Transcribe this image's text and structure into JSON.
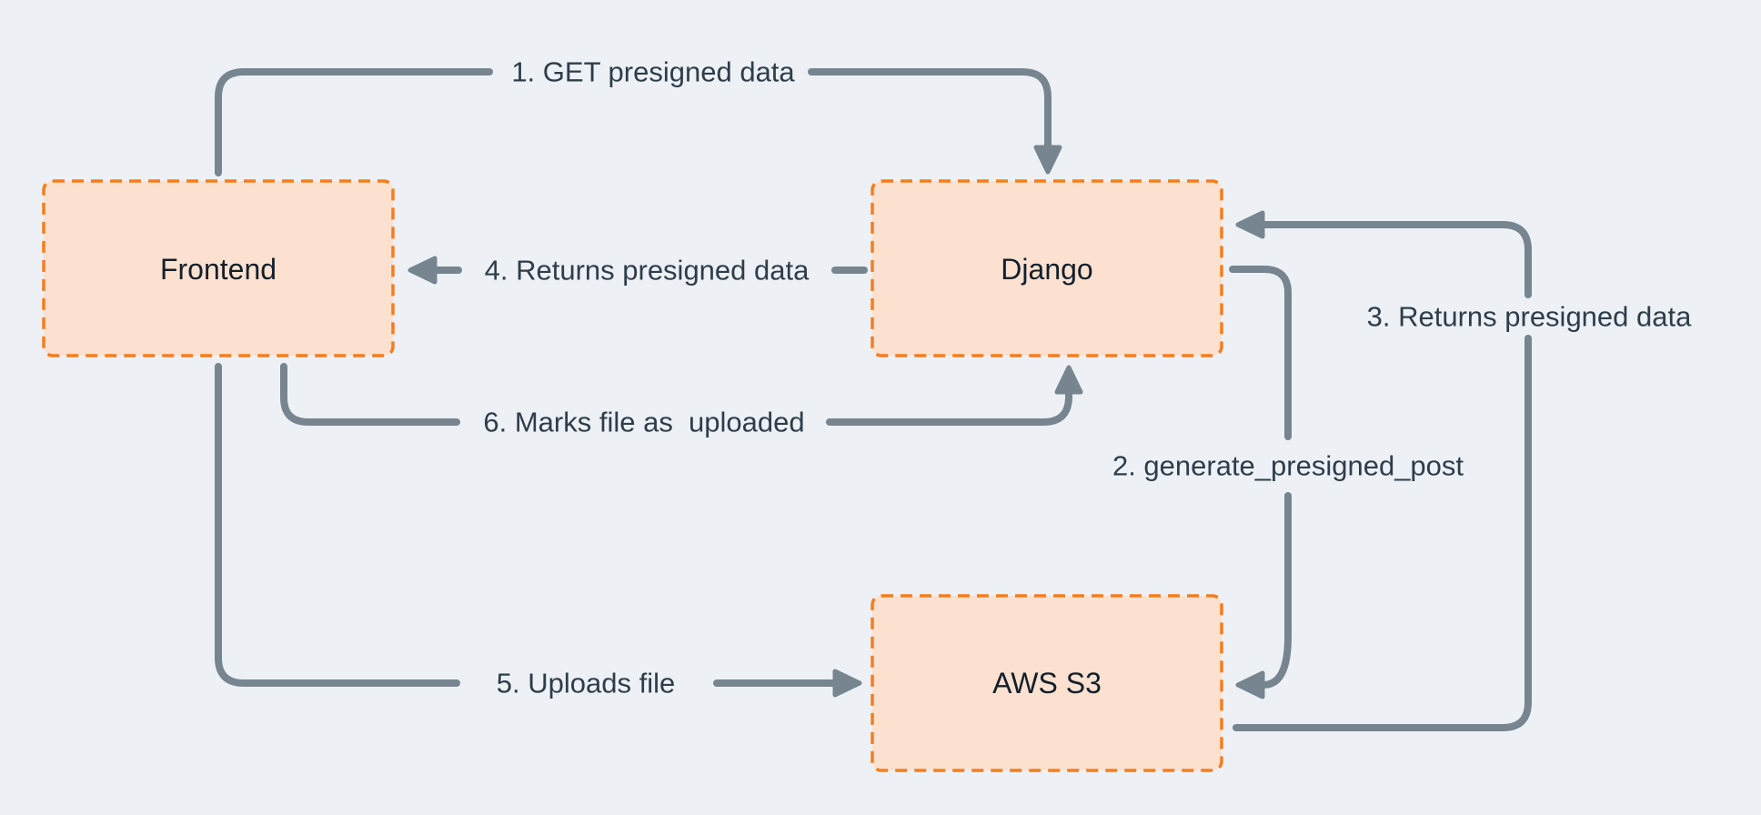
{
  "colors": {
    "background": "#edf1f5",
    "line": "#76858f",
    "box_fill": "#fce1d0",
    "box_border": "#f57d1e",
    "label_text": "#2e3d4a",
    "box_text": "#141f2b"
  },
  "nodes": [
    {
      "id": "frontend",
      "label": "Frontend"
    },
    {
      "id": "django",
      "label": "Django"
    },
    {
      "id": "aws-s3",
      "label": "AWS S3"
    }
  ],
  "edges": [
    {
      "step": 1,
      "from": "Frontend",
      "to": "Django",
      "label": "1. GET presigned data"
    },
    {
      "step": 2,
      "from": "Django",
      "to": "AWS S3",
      "label": "2. generate_presigned_post"
    },
    {
      "step": 3,
      "from": "AWS S3",
      "to": "Django",
      "label": "3. Returns presigned data"
    },
    {
      "step": 4,
      "from": "Django",
      "to": "Frontend",
      "label": "4. Returns presigned data"
    },
    {
      "step": 5,
      "from": "Frontend",
      "to": "AWS S3",
      "label": "5. Uploads file"
    },
    {
      "step": 6,
      "from": "Frontend",
      "to": "Django",
      "label": "6. Marks file as  uploaded"
    }
  ]
}
